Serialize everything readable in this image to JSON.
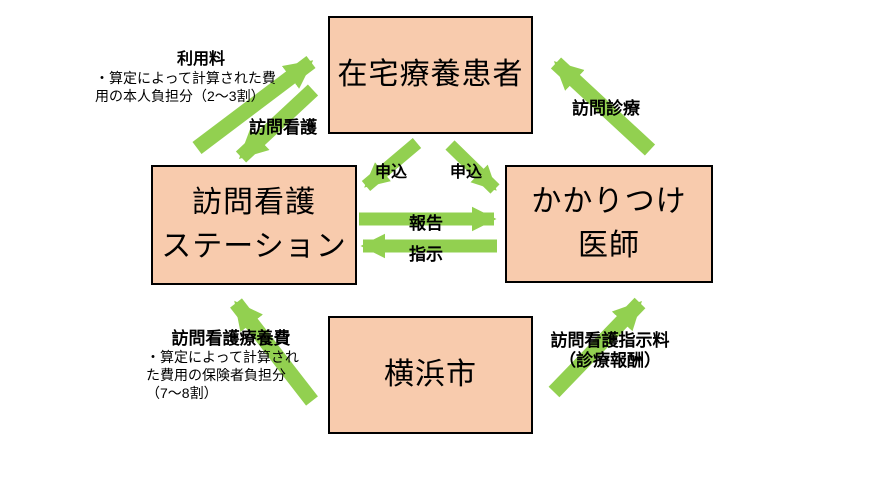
{
  "colors": {
    "background": "#FFFFFF",
    "box_fill": "#F8CBAD",
    "box_border": "#000000",
    "arrow_green": "#92D050",
    "text": "#000000"
  },
  "nodes": {
    "patient": {
      "lines": [
        "在宅療養患者"
      ]
    },
    "station": {
      "lines": [
        "訪問看護",
        "ステーション"
      ]
    },
    "doctor": {
      "lines": [
        "かかりつけ",
        "医師"
      ]
    },
    "city": {
      "lines": [
        "横浜市"
      ]
    }
  },
  "annotations": {
    "usage_fee": {
      "title": "利用料",
      "lines": [
        "・算定によって計算された費",
        "用の本人負担分（2～3割）"
      ]
    },
    "visiting_nursing": {
      "label": "訪問看護"
    },
    "visiting_medical_care": {
      "label": "訪問診療"
    },
    "application_left": {
      "label": "申込"
    },
    "application_right": {
      "label": "申込"
    },
    "report": {
      "label": "報告"
    },
    "instruction": {
      "label": "指示"
    },
    "nursing_care_fee": {
      "title": "訪問看護療養費",
      "lines": [
        "・算定によって計算され",
        "た費用の保険者負担分",
        "（7～8割）"
      ]
    },
    "instruction_fee": {
      "lines": [
        "訪問看護指示料",
        "（診療報酬）"
      ]
    }
  }
}
